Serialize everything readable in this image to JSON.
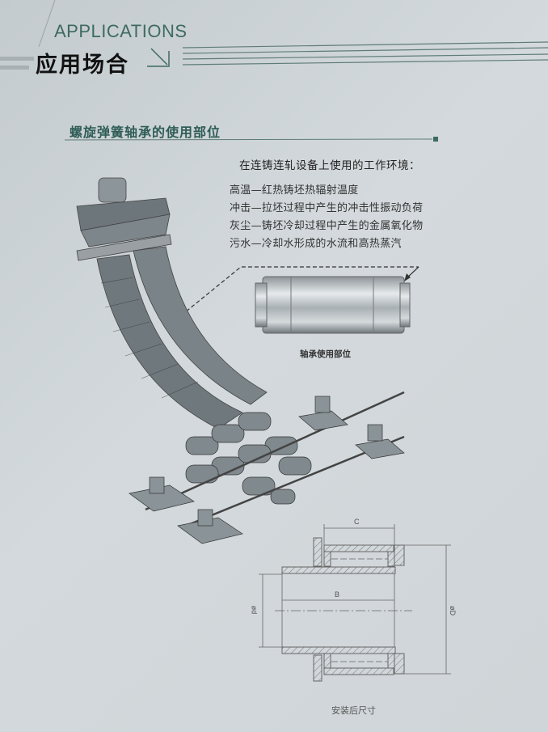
{
  "header": {
    "title_en": "APPLICATIONS",
    "title_cn": "应用场合"
  },
  "section": {
    "subtitle": "螺旋弹簧轴承的使用部位"
  },
  "environment": {
    "heading": "在连铸连轧设备上使用的工作环境：",
    "items": [
      "高温—红热铸坯热辐射温度",
      "冲击—拉坯过程中产生的冲击性振动负荷",
      "灰尘—铸坯冷却过程中产生的金属氧化物",
      "污水—冷却水形成的水流和高热蒸汽"
    ]
  },
  "bearing_image": {
    "label": "轴承使用部位"
  },
  "drawing": {
    "dim_c": "C",
    "dim_b": "B",
    "dim_d_inner": "ød",
    "dim_d_outer": "øD",
    "caption": "安装后尺寸"
  },
  "colors": {
    "accent": "#3e6a62",
    "background": "#cdd3d6"
  }
}
